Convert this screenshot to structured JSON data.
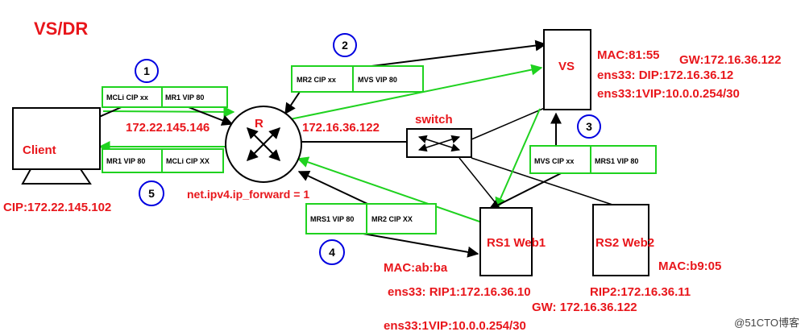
{
  "title": "VS/DR",
  "nodes": {
    "client": "Client",
    "router": "R",
    "switch": "switch",
    "vs": "VS",
    "rs1": "RS1  Web1",
    "rs2": "RS2  Web2"
  },
  "steps": [
    "1",
    "2",
    "3",
    "4",
    "5"
  ],
  "packets": {
    "p1": [
      "MCLi    CIP xx",
      "MR1        VIP 80"
    ],
    "p2": [
      "MR2    CIP xx",
      "MVS    VIP 80"
    ],
    "p3": [
      "MVS   CIP xx",
      "MRS1  VIP 80"
    ],
    "p4": [
      "MRS1  VIP 80",
      "MR2  CIP  XX"
    ],
    "p5": [
      "MR1  VIP  80",
      "MCLi  CIP XX"
    ]
  },
  "labels": {
    "router_left_ip": "172.22.145.146",
    "router_right_ip": "172.16.36.122",
    "ip_forward": "net.ipv4.ip_forward = 1",
    "client_cip": "CIP:172.22.145.102",
    "vs_mac": "MAC:81:55",
    "vs_gw": "GW:172.16.36.122",
    "vs_dip": "ens33: DIP:172.16.36.12",
    "vs_vip": "ens33:1VIP:10.0.0.254/30",
    "rs1_mac": "MAC:ab:ba",
    "rs1_rip": "ens33:  RIP1:172.16.36.10",
    "rs1_vip": "ens33:1VIP:10.0.0.254/30",
    "rs2_mac": "MAC:b9:05",
    "rs2_rip": "RIP2:172.16.36.11",
    "rs_gw": "GW: 172.16.36.122",
    "watermark": "@51CTO博客"
  },
  "colors": {
    "accent_red": "#e8161b",
    "accent_green": "#1fd21f",
    "step_blue": "#0000e0",
    "line": "#000000"
  }
}
